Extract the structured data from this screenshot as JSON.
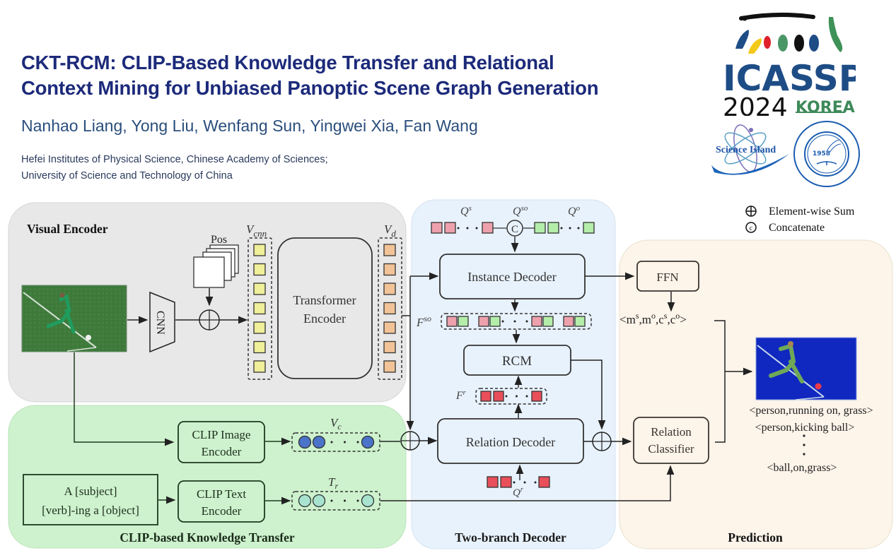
{
  "header": {
    "title_line1": "CKT-RCM: CLIP-Based Knowledge Transfer and Relational",
    "title_line2": "Context Mining for Unbiased Panoptic Scene Graph Generation",
    "authors": "Nanhao Liang, Yong Liu, Wenfang Sun, Yingwei Xia, Fan Wang",
    "affiliation_line1": "Hefei Institutes of Physical Science, Chinese Academy of Sciences;",
    "affiliation_line2": "University of Science and Technology of China"
  },
  "logos": {
    "conference": {
      "name": "ICASSP",
      "year": "2024",
      "country": "KOREA"
    },
    "science_island": {
      "label": "Science Island"
    },
    "ustc": {
      "year": "1958"
    }
  },
  "colors": {
    "title": "#1c2a7a",
    "visual_encoder_bg": "#e8e8e8",
    "clip_bg": "#cdf2cd",
    "decoder_bg": "#e8f2fc",
    "prediction_bg": "#fdf4ea",
    "vcnn_token": "#f0ef9a",
    "vd_token": "#f2c397",
    "subject_token": "#eda1ac",
    "object_token": "#b4eeaa",
    "relation_token": "#e84f5a",
    "vc_token": "#4a73c9",
    "tr_token": "#a8e3cf"
  },
  "legend": {
    "sum_label": "Element-wise Sum",
    "concat_label": "Concatenate",
    "concat_glyph": "c"
  },
  "visual_encoder": {
    "title": "Visual Encoder",
    "cnn_label": "CNN",
    "pos_label": "Pos",
    "vcnn_label": "V",
    "vcnn_sub": "cnn",
    "transformer_line1": "Transformer",
    "transformer_line2": "Encoder",
    "vd_label": "V",
    "vd_sub": "d"
  },
  "decoder": {
    "title": "Two-branch Decoder",
    "qs_label": "Q",
    "qs_sup": "s",
    "qso_label": "Q",
    "qso_sup": "so",
    "qo_label": "Q",
    "qo_sup": "o",
    "concat_glyph": "C",
    "instance_decoder": "Instance Decoder",
    "fso_label": "F",
    "fso_sup": "so",
    "rcm": "RCM",
    "fr_label": "F",
    "fr_sup": "r",
    "relation_decoder": "Relation Decoder",
    "qr_label": "Q",
    "qr_sup": "r"
  },
  "clip": {
    "title": "CLIP-based Knowledge Transfer",
    "image_encoder_line1": "CLIP Image",
    "image_encoder_line2": "Encoder",
    "text_encoder_line1": "CLIP Text",
    "text_encoder_line2": "Encoder",
    "prompt_line1": "A [subject]",
    "prompt_line2": "[verb]-ing a [object]",
    "vc_label": "V",
    "vc_sub": "c",
    "tr_label": "T",
    "tr_sub": "r"
  },
  "prediction": {
    "title": "Prediction",
    "ffn": "FFN",
    "mask_tuple": "<m^s,m^o,c^s,c^o>",
    "mask_tuple_parts": {
      "open": "<m",
      "s1": "s",
      "c1": ",m",
      "s2": "o",
      "c2": ",c",
      "s3": "s",
      "c3": ",c",
      "s4": "o",
      "close": ">"
    },
    "classifier_line1": "Relation",
    "classifier_line2": "Classifier",
    "triplets": [
      "<person,running on, grass>",
      "<person,kicking ball>",
      "<ball,on,grass>"
    ]
  }
}
